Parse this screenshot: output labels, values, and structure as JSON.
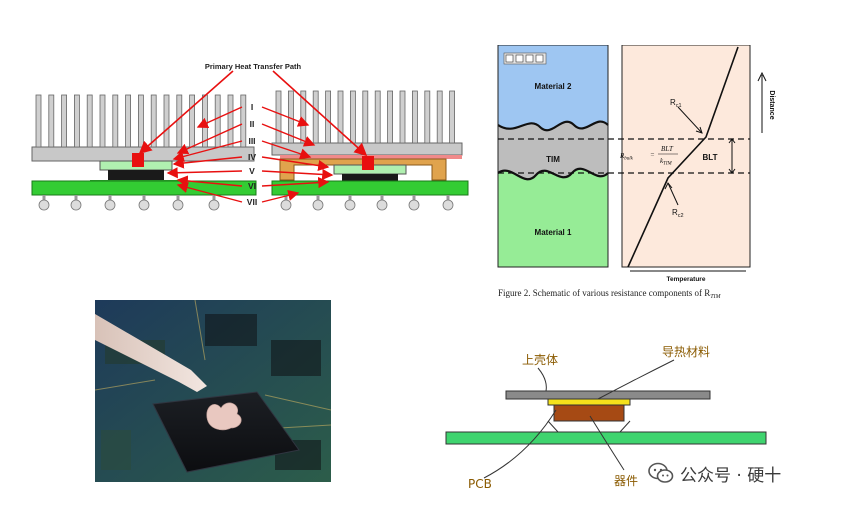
{
  "heat_path_diagram": {
    "title": "Primary Heat Transfer Path",
    "labels": [
      "I",
      "II",
      "III",
      "IV",
      "V",
      "VI",
      "VII"
    ]
  },
  "tim_schematic": {
    "material_top": "Material 2",
    "tim": "TIM",
    "material_bottom": "Material 1",
    "blt": "BLT",
    "distance_axis": "Distance",
    "temperature_axis": "Temperature",
    "rc1": "R",
    "rc1_sub": "c1",
    "rc2": "R",
    "rc2_sub": "c2",
    "eq_lhs": "R",
    "eq_lhs_sub": "bulk",
    "eq_num": "BLT",
    "eq_den": "k",
    "eq_den_sub": "TIM",
    "caption": "Figure 2. Schematic of various resistance components of R",
    "caption_sub": "TIM"
  },
  "assembly": {
    "upper_shell": "上壳体",
    "thermal_material": "导热材料",
    "pcb": "PCB",
    "device": "器件"
  },
  "watermark": {
    "text": "公众号 · 硬十"
  },
  "colors": {
    "heatsink": "#c8c8c8",
    "pcb_green": "#33cc33",
    "arrow_red": "#e81010",
    "material2": "#9ec6f2",
    "material1": "#96ec96",
    "tim_gray": "#bdbdbd",
    "temp_bg": "#fde9dc",
    "shell": "#8a8a8a",
    "thermal_yellow": "#f5e21b",
    "device_brown": "#a64a14",
    "board_green": "#3fd46f"
  }
}
